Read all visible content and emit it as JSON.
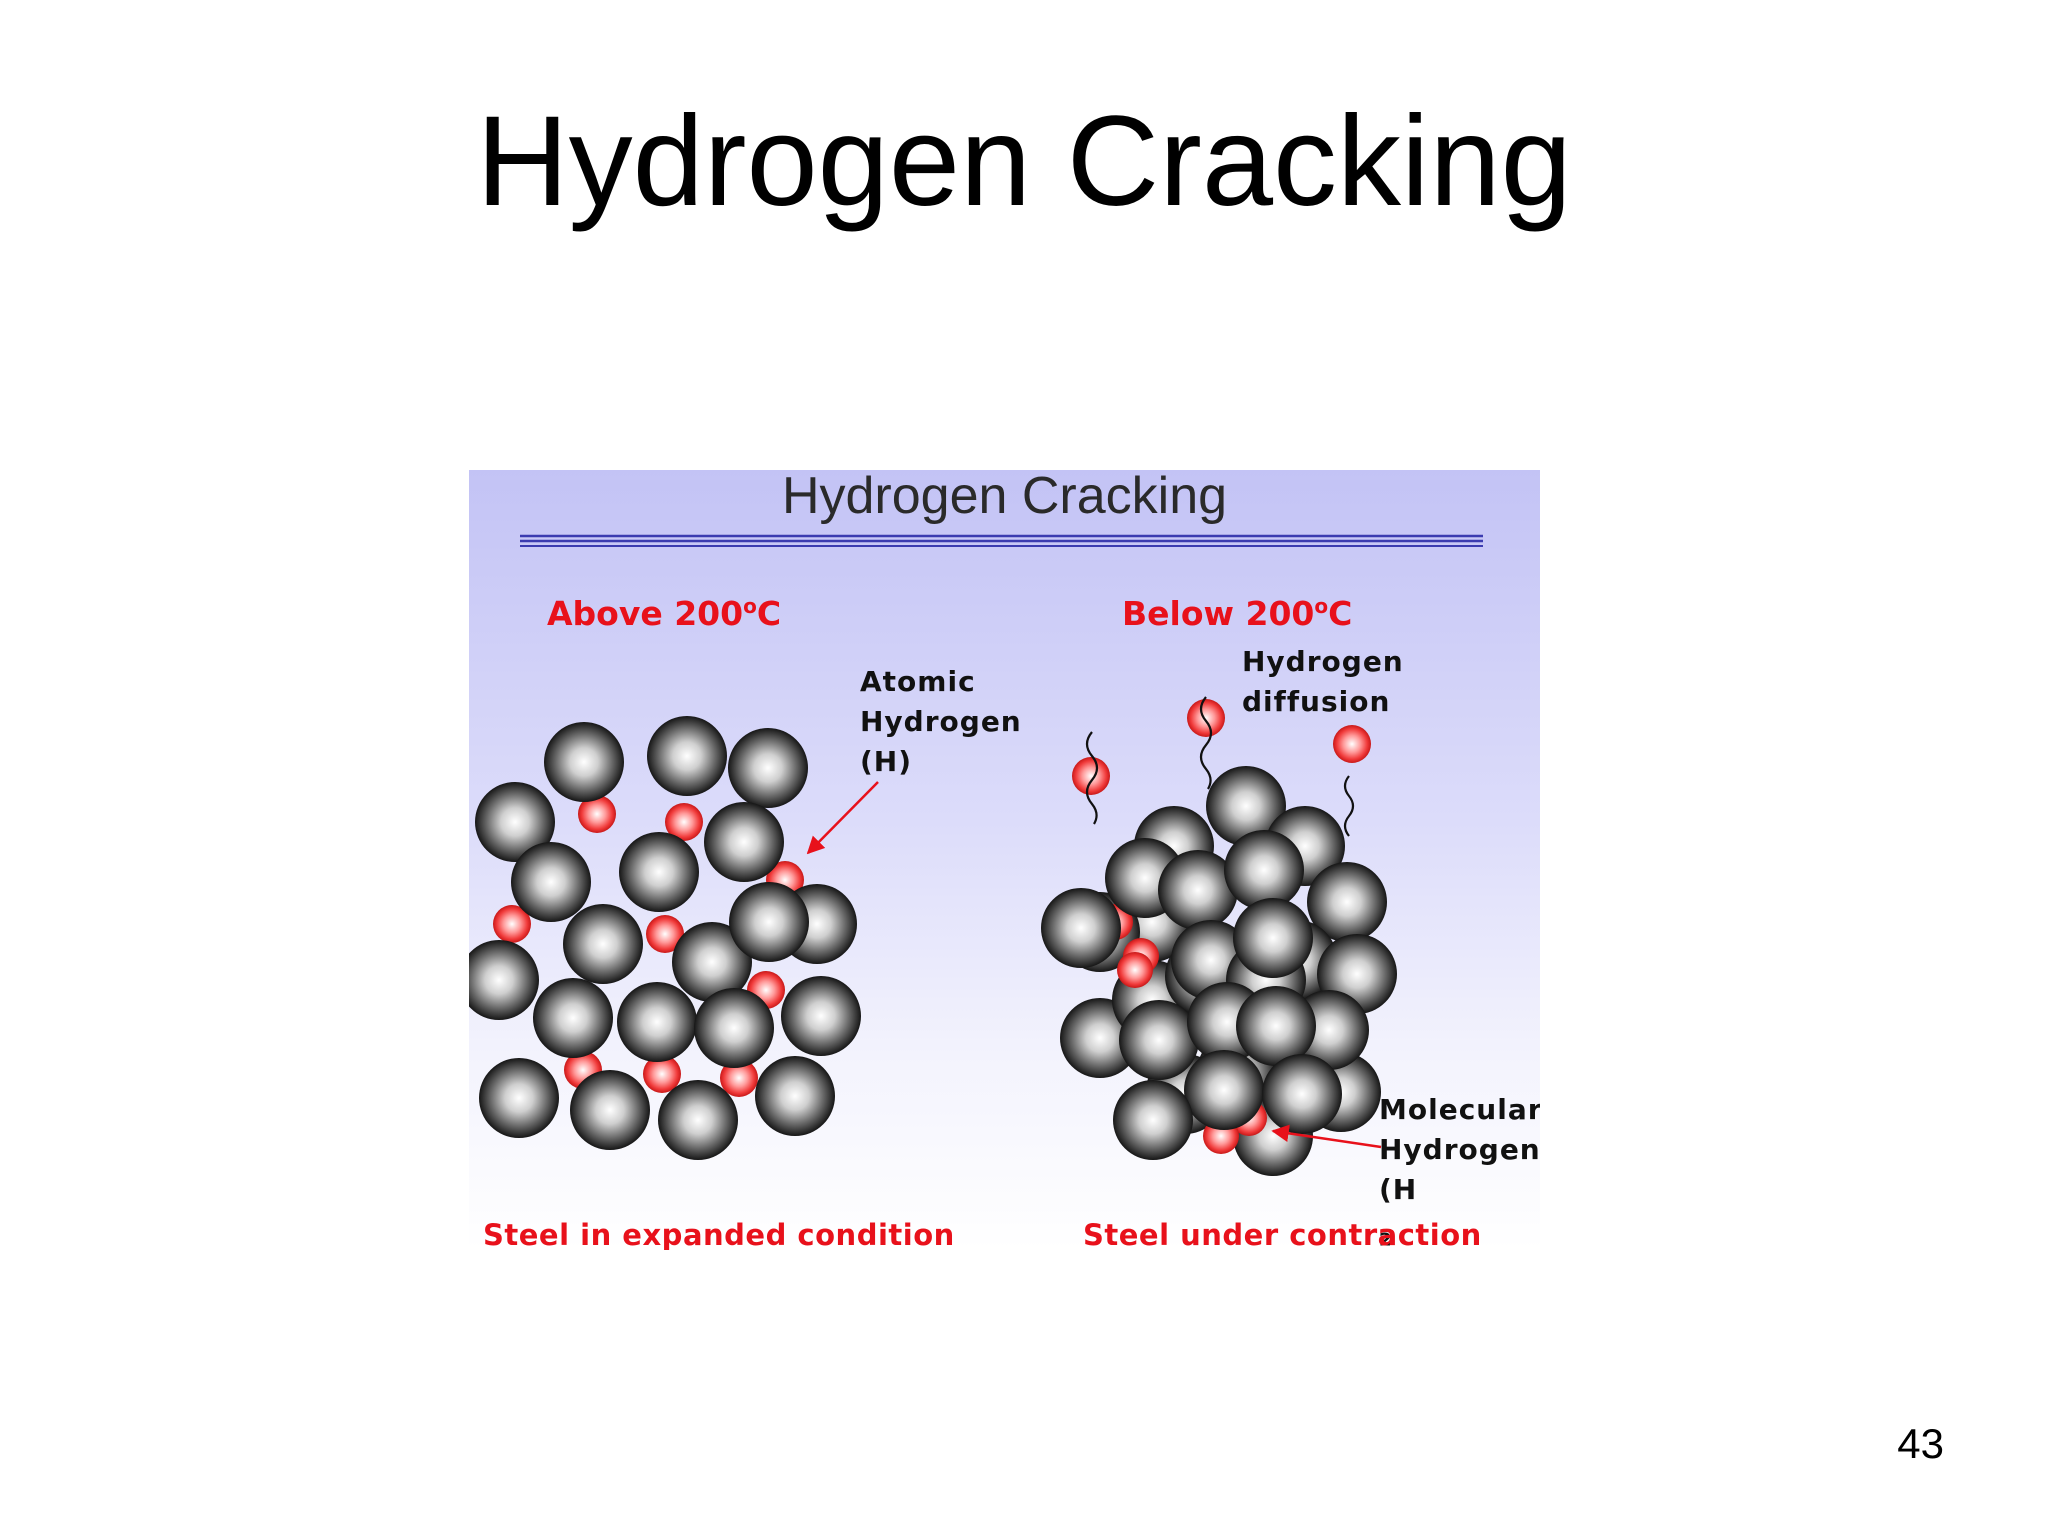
{
  "slide": {
    "title": "Hydrogen Cracking",
    "page_number": "43"
  },
  "figure": {
    "title": "Hydrogen Cracking",
    "left_panel": {
      "heading": "Above 200",
      "heading_sup": "o",
      "heading_unit": "C",
      "caption": "Steel in expanded condition",
      "callout": [
        "Atomic",
        "Hydrogen",
        "(H)"
      ]
    },
    "right_panel": {
      "heading": "Below 200",
      "heading_sup": "o",
      "heading_unit": "C",
      "caption": "Steel under contraction",
      "diffusion_label": [
        "Hydrogen",
        "diffusion"
      ],
      "molecular_label": [
        "Molecular",
        "Hydrogen"
      ],
      "molecular_formula_open": "(H",
      "molecular_formula_sub": "2",
      "molecular_formula_close": ")"
    },
    "colors": {
      "heading_red": "#e8111b",
      "hydrogen_atom": "#f04a4a",
      "iron_atom": "#3a3a3a",
      "rule_blue": "#3b3bb0"
    },
    "icons": [
      "iron-atom-icon",
      "hydrogen-atom-icon",
      "arrow-icon",
      "wavy-trail-icon"
    ]
  }
}
